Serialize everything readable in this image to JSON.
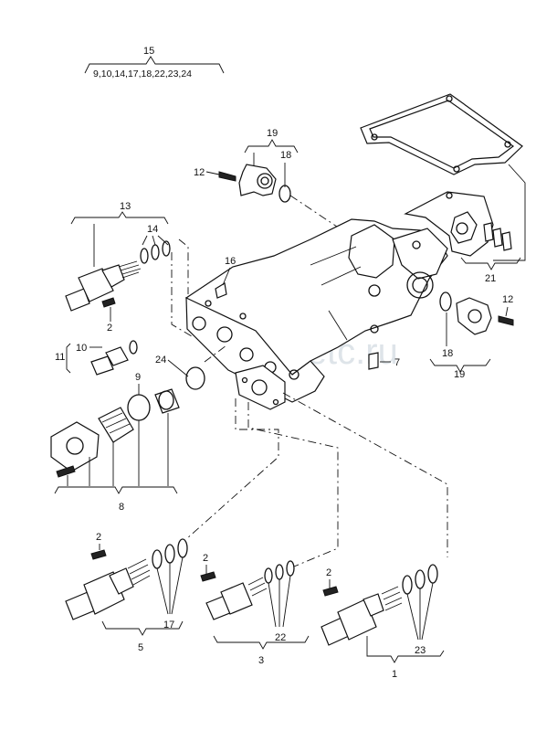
{
  "watermark": "vag-etc.ru",
  "callouts": {
    "c15": "15",
    "c15_list": "9,10,14,17,18,22,23,24",
    "c19_top": "19",
    "c18_top": "18",
    "c12_top": "12",
    "c13": "13",
    "c14": "14",
    "c2_left": "2",
    "c16": "16",
    "c10": "10",
    "c11": "11",
    "c24": "24",
    "c9": "9",
    "c8": "8",
    "c21": "21",
    "c12_right": "12",
    "c18_right": "18",
    "c19_right": "19",
    "c7": "7",
    "c2_a": "2",
    "c17": "17",
    "c5": "5",
    "c2_b": "2",
    "c22": "22",
    "c3": "3",
    "c2_c": "2",
    "c23": "23",
    "c1": "1"
  }
}
